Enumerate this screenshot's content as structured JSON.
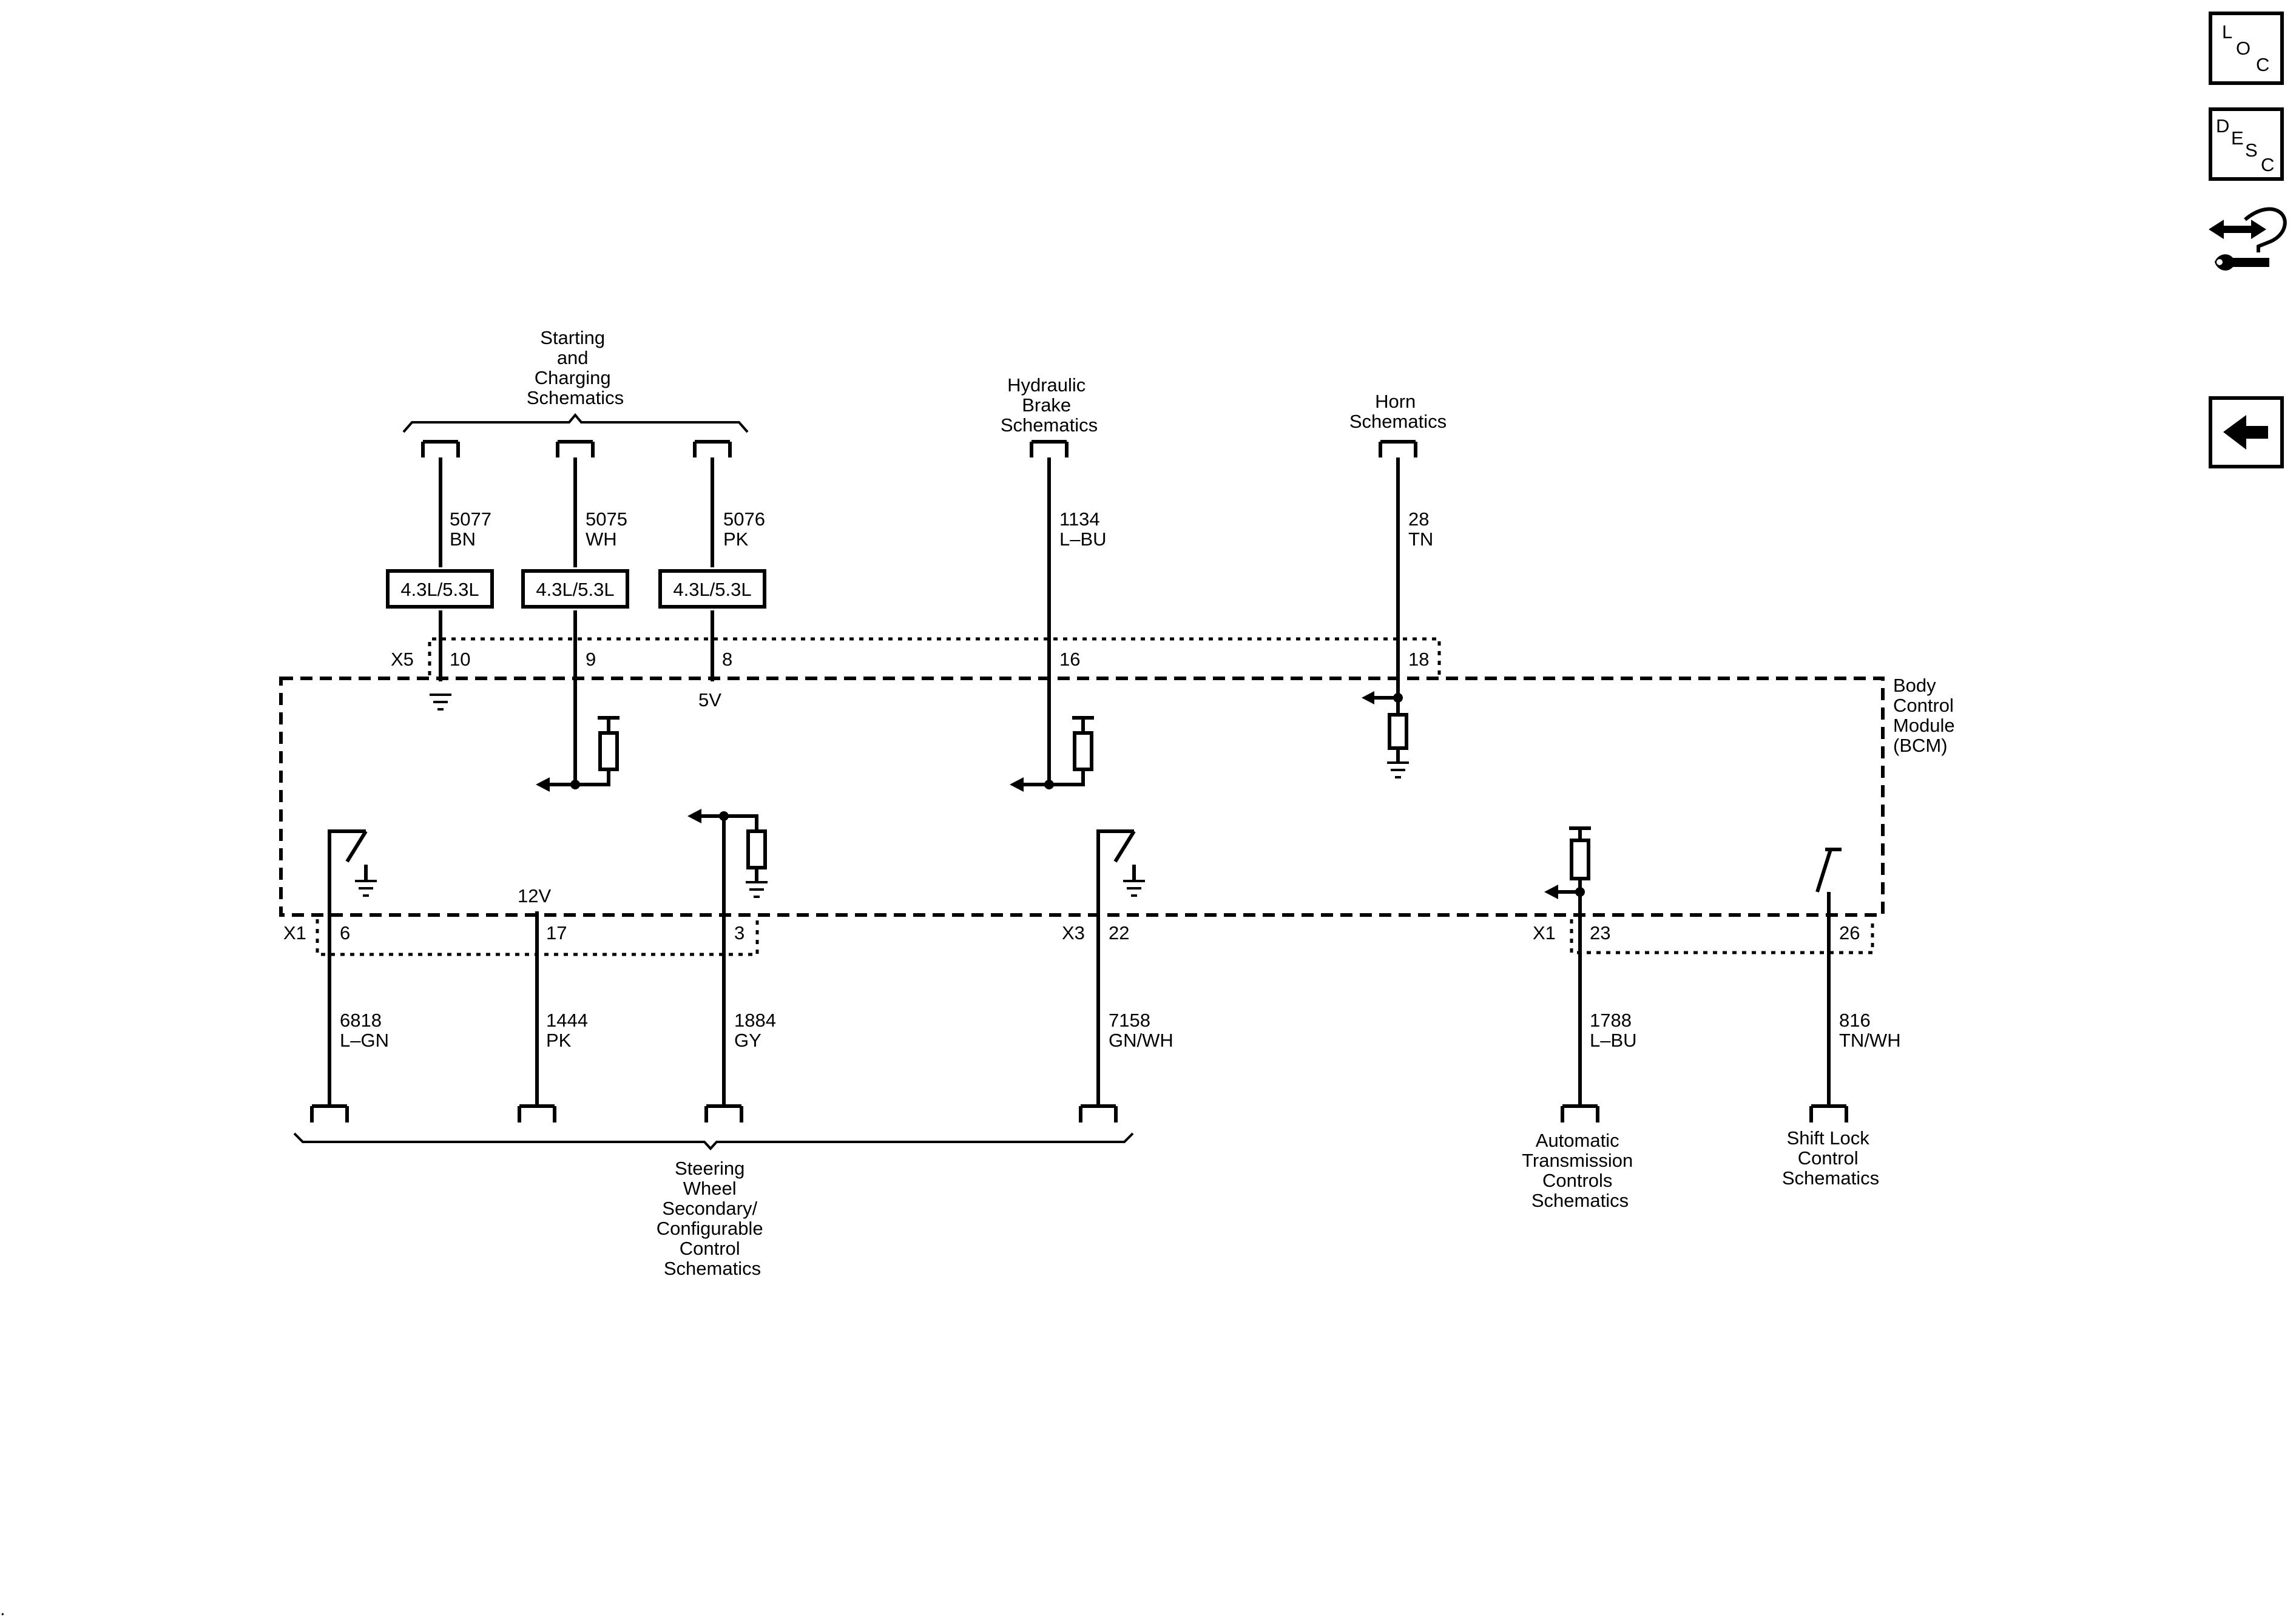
{
  "module": {
    "name_lines": [
      "Body",
      "Control",
      "Module",
      "(BCM)"
    ]
  },
  "toolbar": {
    "loc": {
      "letters": [
        "L",
        "O",
        "C"
      ],
      "icon": "loc-icon"
    },
    "desc": {
      "letters": [
        "D",
        "E",
        "S",
        "C"
      ],
      "icon": "desc-icon"
    },
    "connector_icon": "connector-repair-icon",
    "back_icon": "back-arrow-icon"
  },
  "destinations": {
    "starting": [
      "Starting",
      "and",
      "Charging",
      "Schematics"
    ],
    "hydraulic": [
      "Hydraulic",
      "Brake",
      "Schematics"
    ],
    "horn": [
      "Horn",
      "Schematics"
    ],
    "steering": [
      "Steering",
      "Wheel",
      "Secondary/",
      "Configurable",
      "Control",
      "Schematics"
    ],
    "automatic": [
      "Automatic",
      "Transmission",
      "Controls",
      "Schematics"
    ],
    "shiftlock": [
      "Shift Lock",
      "Control",
      "Schematics"
    ]
  },
  "connectors": {
    "x5": "X5",
    "x1_left": "X1",
    "x3": "X3",
    "x1_right": "X1"
  },
  "pins": {
    "p10": "10",
    "p9": "9",
    "p8": "8",
    "p16": "16",
    "p18": "18",
    "p6": "6",
    "p17": "17",
    "p3": "3",
    "p22": "22",
    "p23": "23",
    "p26": "26"
  },
  "voltages": {
    "v5": "5V",
    "v12": "12V"
  },
  "options": {
    "engine1": "4.3L/5.3L",
    "engine2": "4.3L/5.3L",
    "engine3": "4.3L/5.3L"
  },
  "circuits": {
    "c5077": {
      "number": "5077",
      "color": "BN"
    },
    "c5075": {
      "number": "5075",
      "color": "WH"
    },
    "c5076": {
      "number": "5076",
      "color": "PK"
    },
    "c1134": {
      "number": "1134",
      "color": "L–BU"
    },
    "c28": {
      "number": "28",
      "color": "TN"
    },
    "c6818": {
      "number": "6818",
      "color": "L–GN"
    },
    "c1444": {
      "number": "1444",
      "color": "PK"
    },
    "c1884": {
      "number": "1884",
      "color": "GY"
    },
    "c7158": {
      "number": "7158",
      "color": "GN/WH"
    },
    "c1788": {
      "number": "1788",
      "color": "L–BU"
    },
    "c816": {
      "number": "816",
      "color": "TN/WH"
    }
  }
}
